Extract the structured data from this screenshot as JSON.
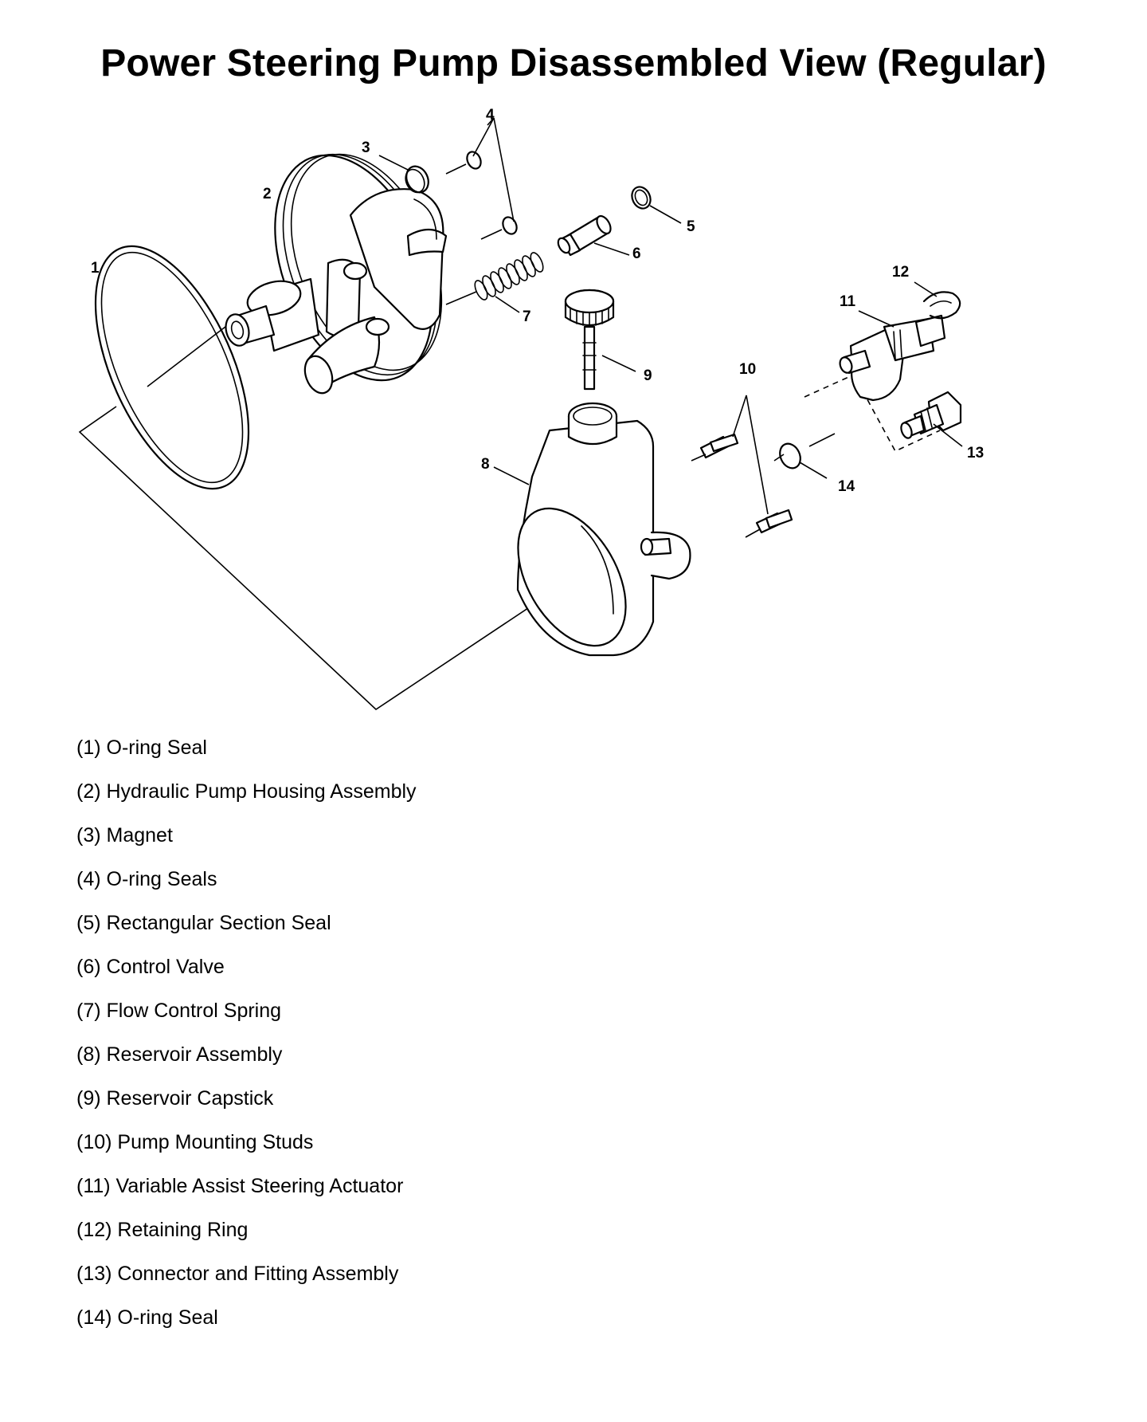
{
  "title": "Power Steering Pump Disassembled View (Regular)",
  "callouts": [
    "1",
    "2",
    "3",
    "4",
    "5",
    "6",
    "7",
    "8",
    "9",
    "10",
    "11",
    "12",
    "13",
    "14"
  ],
  "legend": [
    "(1) O-ring Seal",
    "(2) Hydraulic Pump Housing Assembly",
    "(3) Magnet",
    "(4) O-ring Seals",
    "(5) Rectangular Section Seal",
    "(6) Control Valve",
    "(7) Flow Control Spring",
    "(8) Reservoir Assembly",
    "(9) Reservoir Capstick",
    "(10) Pump Mounting Studs",
    "(11) Variable Assist Steering Actuator",
    "(12) Retaining Ring",
    "(13) Connector and Fitting Assembly",
    "(14) O-ring Seal"
  ]
}
